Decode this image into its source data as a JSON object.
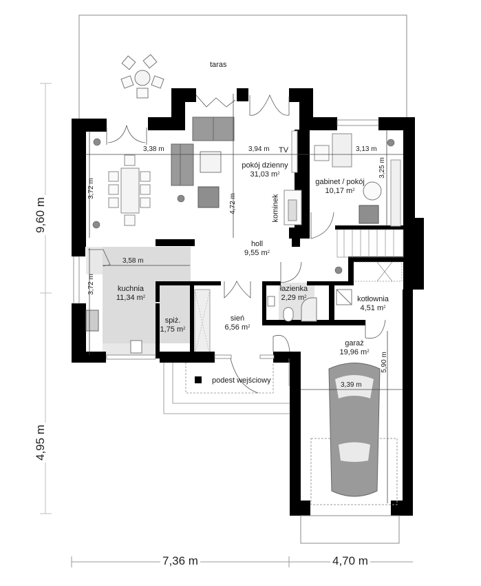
{
  "plan": {
    "terrace": {
      "label": "taras"
    },
    "rooms": [
      {
        "id": "living",
        "name": "pokój dzienny",
        "area": "31,03 m",
        "unit_sup": "2"
      },
      {
        "id": "study",
        "name": "gabinet / pokój",
        "area": "10,17 m",
        "unit_sup": "2"
      },
      {
        "id": "hall",
        "name": "holl",
        "area": "9,55 m",
        "unit_sup": "2"
      },
      {
        "id": "kitchen",
        "name": "kuchnia",
        "area": "11,34 m",
        "unit_sup": "2"
      },
      {
        "id": "pantry",
        "name": "spiż.",
        "area": "1,75 m",
        "unit_sup": "2"
      },
      {
        "id": "bathroom",
        "name": "łazienka",
        "area": "2,29 m",
        "unit_sup": "2"
      },
      {
        "id": "boiler",
        "name": "kotłownia",
        "area": "4,51 m",
        "unit_sup": "2"
      },
      {
        "id": "vestibule",
        "name": "sień",
        "area": "6,56 m",
        "unit_sup": "2"
      },
      {
        "id": "garage",
        "name": "garaż",
        "area": "19,96 m",
        "unit_sup": "2"
      }
    ],
    "annotations": {
      "tv": "TV",
      "fireplace": "kominek",
      "entrance_platform": "podest wejściowy"
    },
    "inner_dimensions": {
      "dining_width": "3,38 m",
      "living_width": "3,94  m",
      "study_width": "3,13 m",
      "study_height": "3,25 m",
      "dining_height": "3,72 m",
      "living_height": "4,72 m",
      "kitchen_width": "3,58 m",
      "kitchen_height": "3,72 m",
      "garage_width": "3,39 m",
      "garage_length": "5,90 m"
    },
    "outer_dimensions": {
      "house_depth": "9,60 m",
      "garage_extension": "4,95 m",
      "house_width": "7,36 m",
      "garage_width": "4,70 m"
    },
    "colors": {
      "wall": "#000000",
      "furniture_fill": "#9a9a9a",
      "kitchen_floor": "#dcdcdc",
      "line": "#555555",
      "dim_line": "#bdbdbd"
    }
  }
}
